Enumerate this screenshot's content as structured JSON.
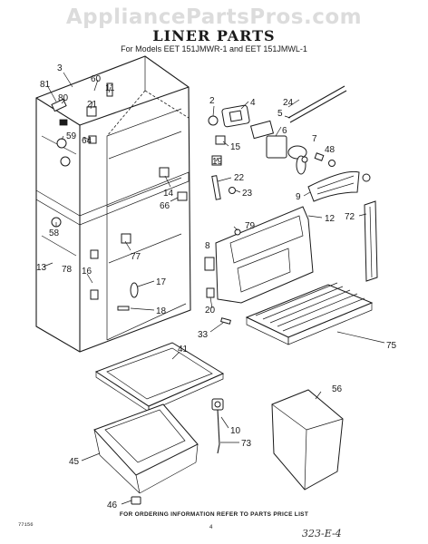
{
  "header": {
    "watermark": "AppliancePartsPros.com",
    "title": "LINER PARTS",
    "models": "For Models EET 151JMWR-1 and EET 151JMWL-1"
  },
  "callouts": [
    "3",
    "81",
    "80",
    "60",
    "11",
    "21",
    "59",
    "64",
    "2",
    "4",
    "24",
    "5",
    "6",
    "7",
    "48",
    "15",
    "19",
    "22",
    "23",
    "14",
    "66",
    "8",
    "79",
    "12",
    "72",
    "9",
    "58",
    "77",
    "13",
    "78",
    "16",
    "17",
    "18",
    "20",
    "33",
    "75",
    "41",
    "10",
    "73",
    "56",
    "45",
    "46"
  ],
  "footer": {
    "ordering_note": "FOR ORDERING INFORMATION REFER TO PARTS PRICE LIST",
    "code": "77156",
    "page_mark": "4",
    "handwritten_note": "323-E-4"
  }
}
